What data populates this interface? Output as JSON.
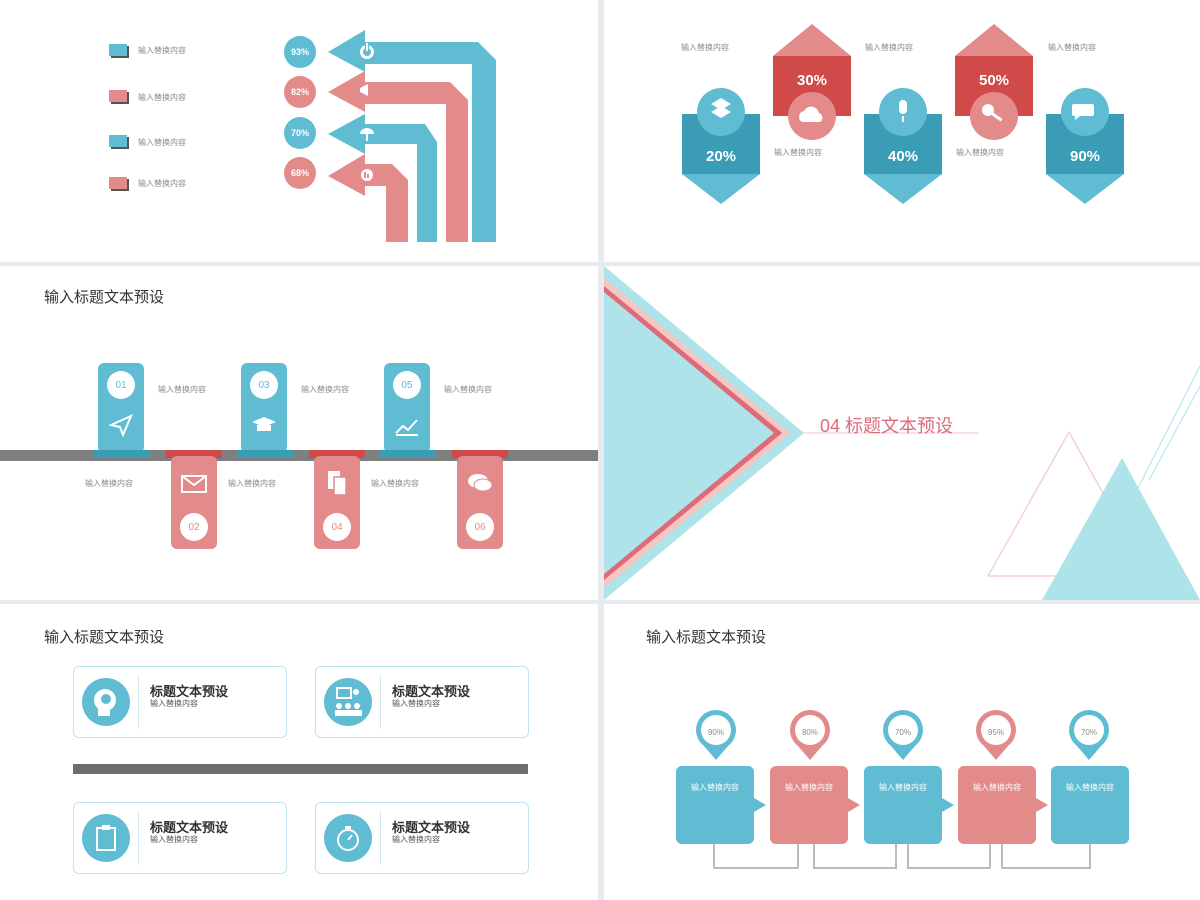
{
  "colors": {
    "blue": "#5fbcd3",
    "dark_blue": "#3a9db5",
    "red": "#e38a8a",
    "dark_red": "#d14a4a",
    "gray": "#7f7f7f"
  },
  "slide1": {
    "legend": [
      {
        "label": "输入替换内容",
        "color": "blue"
      },
      {
        "label": "输入替换内容",
        "color": "red"
      },
      {
        "label": "输入替换内容",
        "color": "blue"
      },
      {
        "label": "输入替换内容",
        "color": "red"
      }
    ],
    "arrows": [
      {
        "percent": "93%",
        "icon": "power-icon",
        "color": "blue"
      },
      {
        "percent": "82%",
        "icon": "megaphone-icon",
        "color": "red"
      },
      {
        "percent": "70%",
        "icon": "umbrella-icon",
        "color": "blue"
      },
      {
        "percent": "68%",
        "icon": "chart-icon",
        "color": "red"
      }
    ]
  },
  "slide2": {
    "items": [
      {
        "percent": "20%",
        "label": "输入替换内容",
        "icon": "dropbox-icon"
      },
      {
        "percent": "30%",
        "label": "输入替换内容",
        "icon": "cloud-upload-icon"
      },
      {
        "percent": "40%",
        "label": "输入替换内容",
        "icon": "microphone-icon"
      },
      {
        "percent": "50%",
        "label": "输入替换内容",
        "icon": "key-icon"
      },
      {
        "percent": "90%",
        "label": "输入替换内容",
        "icon": "chat-icon"
      }
    ],
    "top_labels": [
      "输入替换内容",
      "输入替换内容",
      "输入替换内容"
    ],
    "bottom_labels": [
      "输入替换内容",
      "输入替换内容"
    ]
  },
  "slide3": {
    "title": "输入标题文本预设",
    "steps": [
      {
        "num": "01",
        "label": "输入替换内容",
        "icon": "paper-plane-icon"
      },
      {
        "num": "02",
        "label": "输入替换内容",
        "icon": "mail-icon"
      },
      {
        "num": "03",
        "label": "输入替换内容",
        "icon": "graduation-cap-icon"
      },
      {
        "num": "04",
        "label": "输入替换内容",
        "icon": "document-icon"
      },
      {
        "num": "05",
        "label": "输入替换内容",
        "icon": "trend-chart-icon"
      },
      {
        "num": "06",
        "label": "输入替换内容",
        "icon": "chat-icon"
      }
    ]
  },
  "slide4": {
    "section_title": "04  标题文本预设"
  },
  "slide5": {
    "title": "输入标题文本预设",
    "cards": [
      {
        "title": "标题文本预设",
        "sub": "输入替换内容",
        "icon": "head-gear-icon"
      },
      {
        "title": "标题文本预设",
        "sub": "输入替换内容",
        "icon": "team-presentation-icon"
      },
      {
        "title": "标题文本预设",
        "sub": "输入替换内容",
        "icon": "clipboard-icon"
      },
      {
        "title": "标题文本预设",
        "sub": "输入替换内容",
        "icon": "stopwatch-icon"
      }
    ]
  },
  "slide6": {
    "title": "输入标题文本预设",
    "steps": [
      {
        "percent": "90%",
        "label": "输入替换内容",
        "color": "blue"
      },
      {
        "percent": "80%",
        "label": "输入替换内容",
        "color": "red"
      },
      {
        "percent": "70%",
        "label": "输入替换内容",
        "color": "blue"
      },
      {
        "percent": "95%",
        "label": "输入替换内容",
        "color": "red"
      },
      {
        "percent": "70%",
        "label": "输入替换内容",
        "color": "blue"
      }
    ]
  }
}
